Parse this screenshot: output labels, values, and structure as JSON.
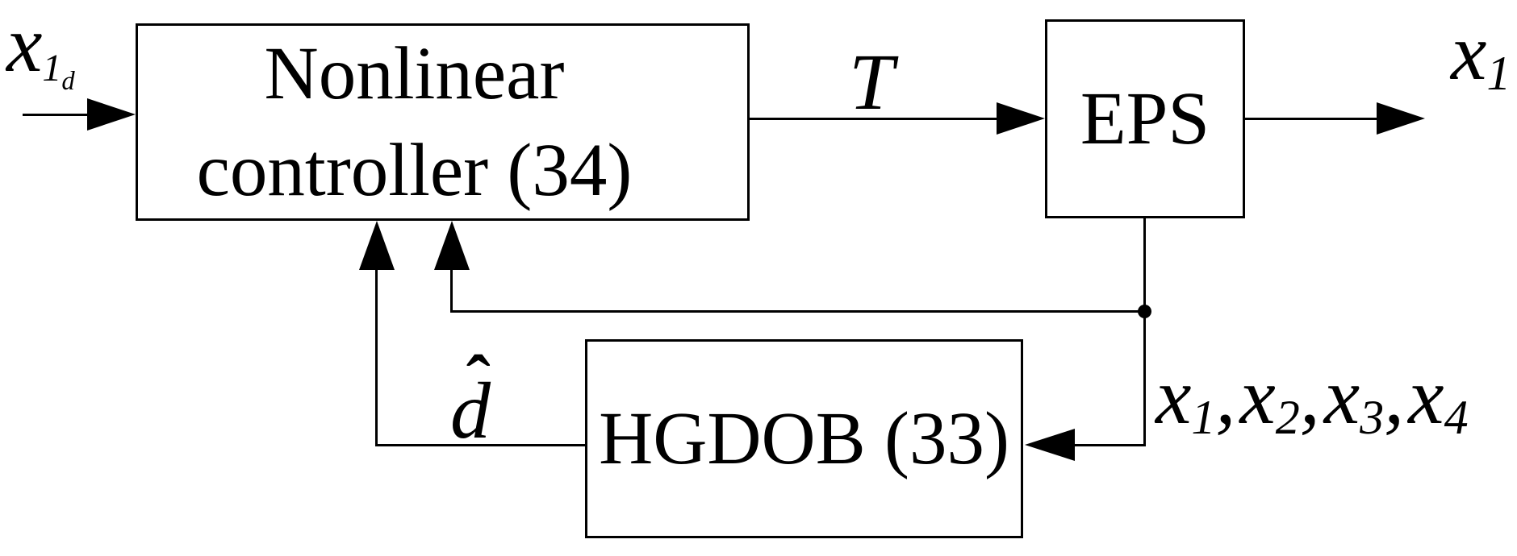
{
  "figure": {
    "type": "control-block-diagram",
    "background": "#ffffff",
    "line_color": "#000000"
  },
  "blocks": {
    "controller": {
      "line1": "Nonlinear",
      "line2": "controller (34)"
    },
    "eps": {
      "label": "EPS"
    },
    "hgdob": {
      "label": "HGDOB (33)"
    }
  },
  "labels": {
    "reference_input": {
      "base": "x",
      "sub": "1",
      "subsub": "d"
    },
    "control_signal": "T",
    "output": {
      "base": "x",
      "sub": "1"
    },
    "disturbance_estimate": {
      "hat": "ˆ",
      "base": "d"
    },
    "state_feedback": {
      "separator": ",",
      "parts": [
        {
          "base": "x",
          "sub": "1"
        },
        {
          "base": "x",
          "sub": "2"
        },
        {
          "base": "x",
          "sub": "3"
        },
        {
          "base": "x",
          "sub": "4"
        }
      ]
    }
  }
}
